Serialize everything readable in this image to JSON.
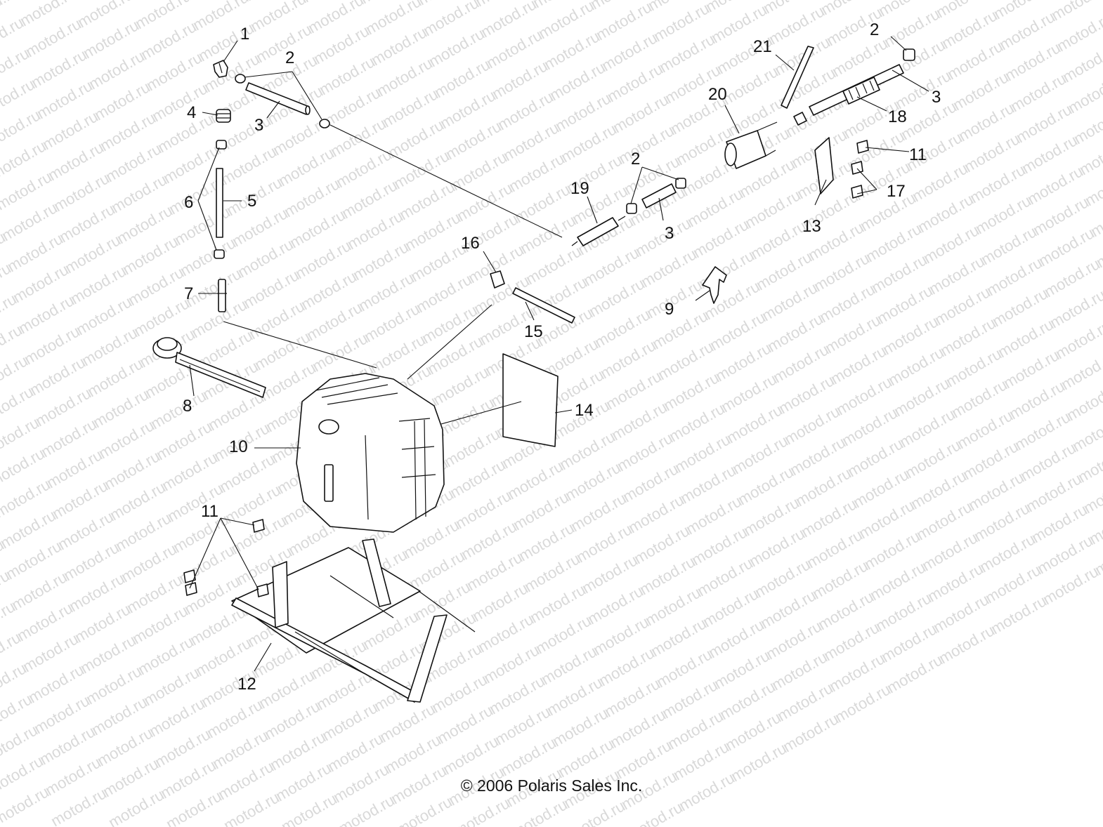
{
  "diagram": {
    "watermark_text": "motod.ru",
    "copyright": "© 2006 Polaris Sales Inc.",
    "callouts": [
      "1",
      "2",
      "3",
      "4",
      "2",
      "3",
      "2",
      "3",
      "5",
      "6",
      "7",
      "8",
      "9",
      "10",
      "11",
      "11",
      "12",
      "13",
      "14",
      "15",
      "16",
      "17",
      "18",
      "19",
      "20",
      "21"
    ]
  }
}
